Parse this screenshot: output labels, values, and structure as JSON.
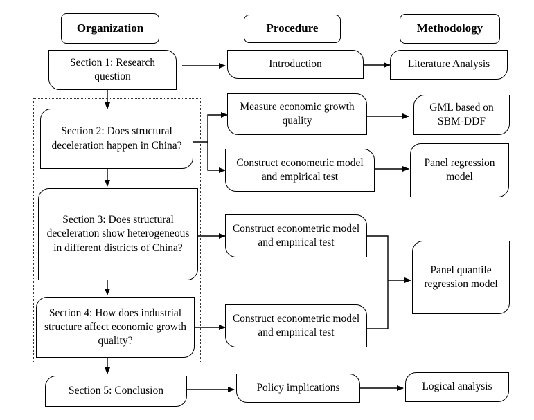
{
  "headers": {
    "organization": "Organization",
    "procedure": "Procedure",
    "methodology": "Methodology"
  },
  "organization": {
    "section1": "Section 1: Research question",
    "section2": "Section 2: Does structural deceleration happen in China?",
    "section3": "Section 3: Does structural deceleration show heterogeneous in different districts of China?",
    "section4": "Section 4: How does industrial structure affect economic growth quality?",
    "section5": "Section 5: Conclusion"
  },
  "procedure": {
    "introduction": "Introduction",
    "measure": "Measure economic growth quality",
    "construct_a": "Construct econometric model and empirical test",
    "construct_b": "Construct econometric model and empirical test",
    "construct_c": "Construct econometric model and empirical test",
    "policy": "Policy implications"
  },
  "methodology": {
    "literature": "Literature Analysis",
    "gml": "GML based on SBM-DDF",
    "panel_regression": "Panel regression model",
    "panel_quantile": "Panel quantile regression model",
    "logical": "Logical analysis"
  }
}
